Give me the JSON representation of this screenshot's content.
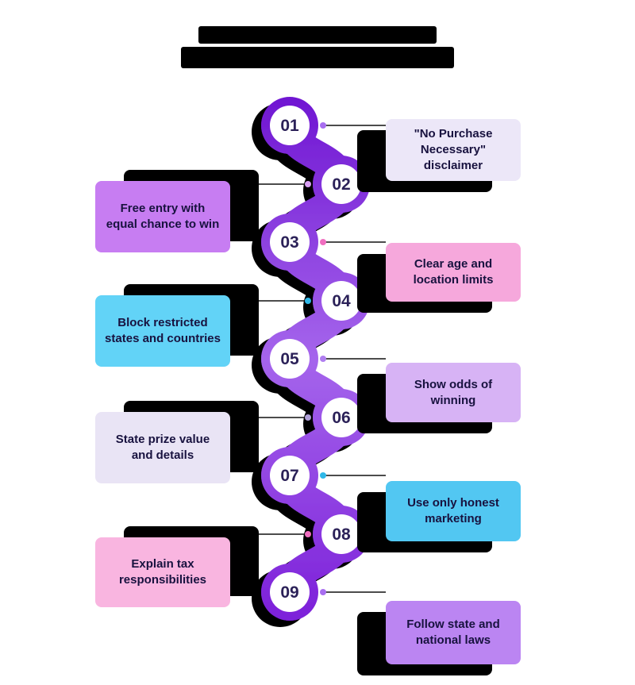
{
  "colors": {
    "ribbon_top": "#6f15d2",
    "ribbon_mid": "#a565ec",
    "ribbon_bottom": "#7c1fd9",
    "shadow": "#000000",
    "number_text": "#2b2158",
    "card_text": "#18123f",
    "connector_line": "#111111"
  },
  "steps": [
    {
      "number": "01",
      "label": "\"No Purchase Necessary\" disclaimer",
      "side": "right",
      "card_color": "#ece7f8",
      "dot_color": "#a86ef0"
    },
    {
      "number": "02",
      "label": "Free entry with equal chance to win",
      "side": "left",
      "card_color": "#c77df2",
      "dot_color": "#d9a0f5"
    },
    {
      "number": "03",
      "label": "Clear age and location limits",
      "side": "right",
      "card_color": "#f6a8dc",
      "dot_color": "#f06ec0"
    },
    {
      "number": "04",
      "label": "Block restricted states and countries",
      "side": "left",
      "card_color": "#62d3f7",
      "dot_color": "#2fb8e8"
    },
    {
      "number": "05",
      "label": "Show odds of winning",
      "side": "right",
      "card_color": "#d7b3f5",
      "dot_color": "#b07ef0"
    },
    {
      "number": "06",
      "label": "State prize value and details",
      "side": "left",
      "card_color": "#e9e4f5",
      "dot_color": "#b0a0d8"
    },
    {
      "number": "07",
      "label": "Use only honest marketing",
      "side": "right",
      "card_color": "#52c7f2",
      "dot_color": "#2fb8e8"
    },
    {
      "number": "08",
      "label": "Explain tax responsibilities",
      "side": "left",
      "card_color": "#f9b5e0",
      "dot_color": "#f06ec0"
    },
    {
      "number": "09",
      "label": "Follow state and national laws",
      "side": "right",
      "card_color": "#bb85f2",
      "dot_color": "#a86ef0"
    }
  ]
}
